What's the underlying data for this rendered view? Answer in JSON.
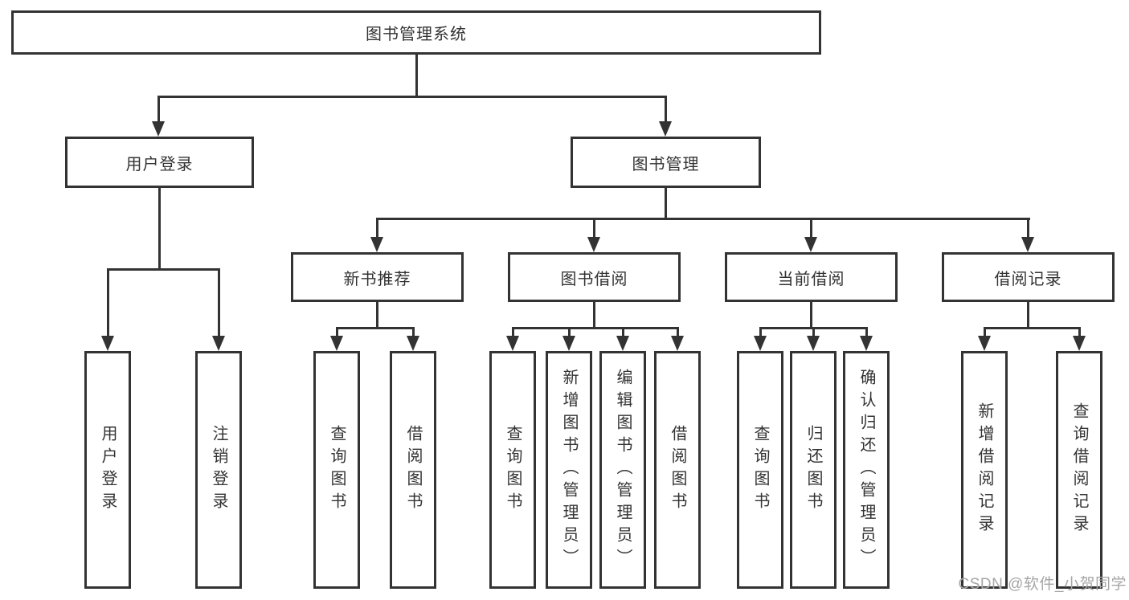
{
  "diagram": {
    "root": "图书管理系统",
    "level2": [
      "用户登录",
      "图书管理"
    ],
    "level3": [
      "新书推荐",
      "图书借阅",
      "当前借阅",
      "借阅记录"
    ],
    "leaves": {
      "user_login": [
        "用户登录",
        "注销登录"
      ],
      "new_book_rec": [
        "查询图书",
        "借阅图书"
      ],
      "book_borrow": [
        "查询图书",
        "新增图书（管理员）",
        "编辑图书（管理员）",
        "借阅图书"
      ],
      "current_borrow": [
        "查询图书",
        "归还图书",
        "确认归还（管理员）"
      ],
      "borrow_records": [
        "新增借阅记录",
        "查询借阅记录"
      ]
    }
  },
  "watermark": "CSDN @软件_小贺同学",
  "colors": {
    "line": "#333333",
    "text": "#333333",
    "background": "#ffffff",
    "watermark": "#a6a6a6"
  }
}
